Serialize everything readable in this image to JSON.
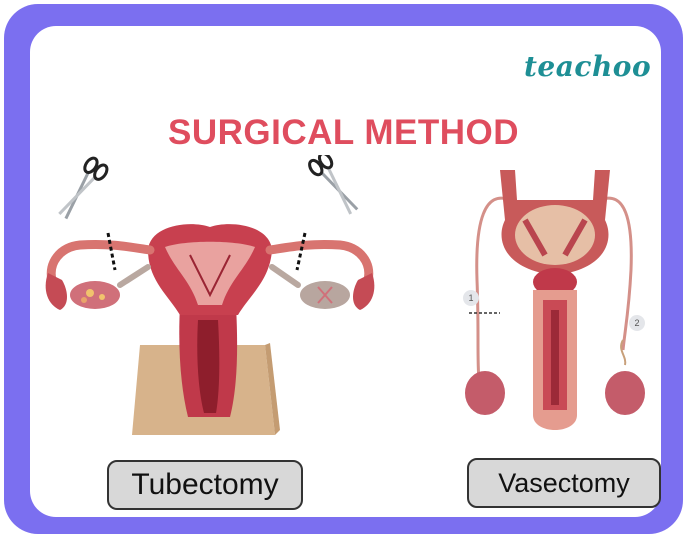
{
  "brand": {
    "logo_text": "teachoo"
  },
  "title": "SURGICAL METHOD",
  "labels": {
    "left": "Tubectomy",
    "right": "Vasectomy"
  },
  "markers": [
    "1",
    "2"
  ],
  "icons": {
    "scissors_left": "scissors-icon",
    "scissors_right": "scissors-icon"
  },
  "colors": {
    "frame": "#7b6ff0",
    "title": "#df4d5e",
    "logo": "#1e8f95",
    "tissue": "#c0394a",
    "stand": "#d8b48c"
  }
}
